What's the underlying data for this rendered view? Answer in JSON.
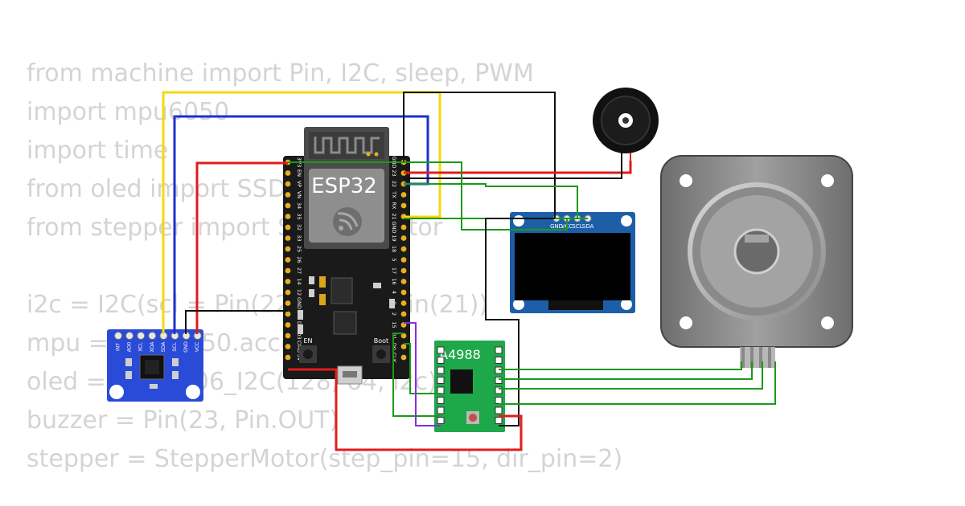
{
  "code": {
    "lines": [
      "from machine import Pin, I2C, sleep, PWM",
      "import mpu6050",
      "import time",
      "from oled import SSD1306_I2C",
      "from stepper import StepperMotor",
      "",
      "i2c = I2C(scl = Pin(22), sda = Pin(21))",
      "mpu = mpu6050.accel(i2c)",
      "oled = SSD1306_I2C(128, 64, i2c)",
      "buzzer = Pin(23, Pin.OUT)",
      "stepper = StepperMotor(step_pin=15, dir_pin=2)"
    ]
  },
  "esp32": {
    "title": "ESP32",
    "button_en": "EN",
    "button_boot": "Boot",
    "pins_left": [
      "3V3",
      "EN",
      "VP",
      "VN",
      "34",
      "35",
      "32",
      "33",
      "25",
      "26",
      "27",
      "14",
      "12",
      "GND",
      "13",
      "D2",
      "D3",
      "CMD",
      "5V"
    ],
    "pins_right": [
      "GND",
      "23",
      "22",
      "TX",
      "RX",
      "21",
      "GND",
      "19",
      "18",
      "5",
      "17",
      "16",
      "4",
      "0",
      "2",
      "15",
      "D1",
      "D0",
      "CLK"
    ]
  },
  "mpu": {
    "pins": [
      "INT",
      "AD0",
      "XCL",
      "XDA",
      "SDA",
      "SCL",
      "GND",
      "VCC"
    ]
  },
  "oled": {
    "pins": [
      "GND",
      "VCC",
      "SCL",
      "SDA"
    ]
  },
  "driver": {
    "title": "A4988"
  },
  "colors": {
    "wire_yellow": "#f5d90a",
    "wire_blue": "#1f2fd0",
    "wire_red": "#e31b1b",
    "wire_green": "#1a9a1a",
    "wire_black": "#111111",
    "wire_purple": "#8a2be2",
    "mpu_board": "#2a4bd7",
    "oled_board": "#1c5fa8",
    "driver_board": "#1fa84a",
    "esp_board": "#1a1a1a"
  }
}
